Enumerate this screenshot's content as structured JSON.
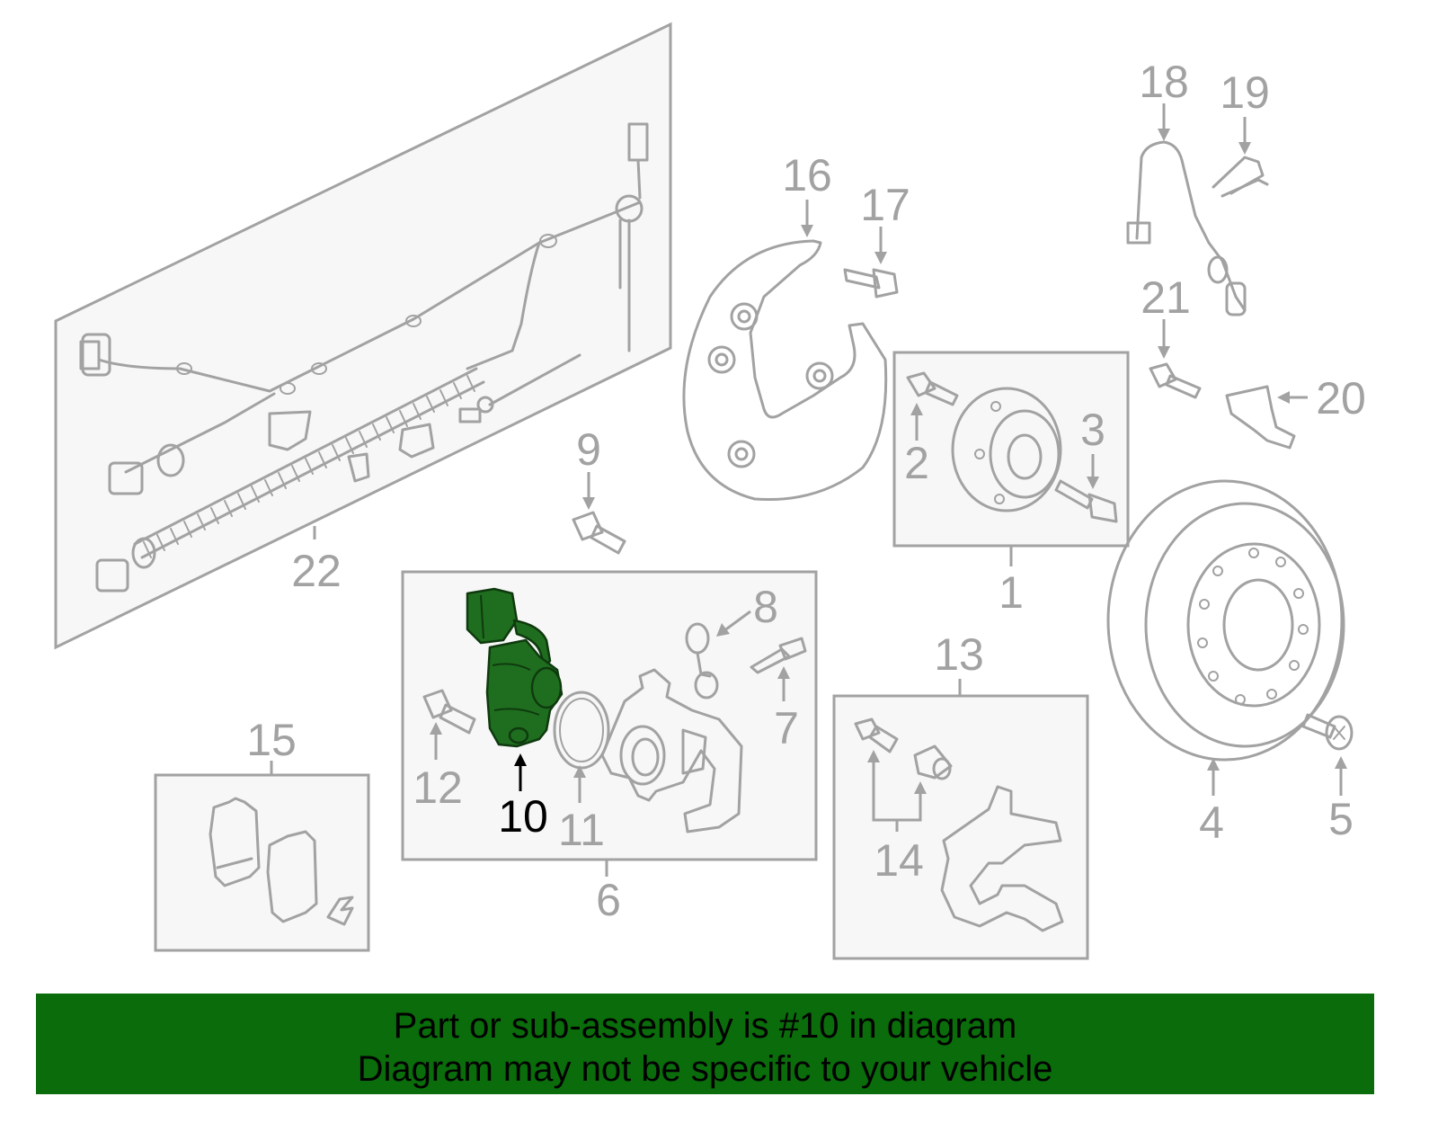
{
  "diagram": {
    "highlight_color": "#1f6e1f",
    "line_color": "#a2a2a2",
    "labels": {
      "l1": "1",
      "l2": "2",
      "l3": "3",
      "l4": "4",
      "l5": "5",
      "l6": "6",
      "l7": "7",
      "l8": "8",
      "l9": "9",
      "l10": "10",
      "l11": "11",
      "l12": "12",
      "l13": "13",
      "l14": "14",
      "l15": "15",
      "l16": "16",
      "l17": "17",
      "l18": "18",
      "l19": "19",
      "l20": "20",
      "l21": "21",
      "l22": "22"
    },
    "highlighted_part": "10"
  },
  "banner": {
    "background": "#0a6c0a",
    "line1": "Part or sub-assembly is #10 in diagram",
    "line2": "Diagram may not be specific to your vehicle"
  }
}
